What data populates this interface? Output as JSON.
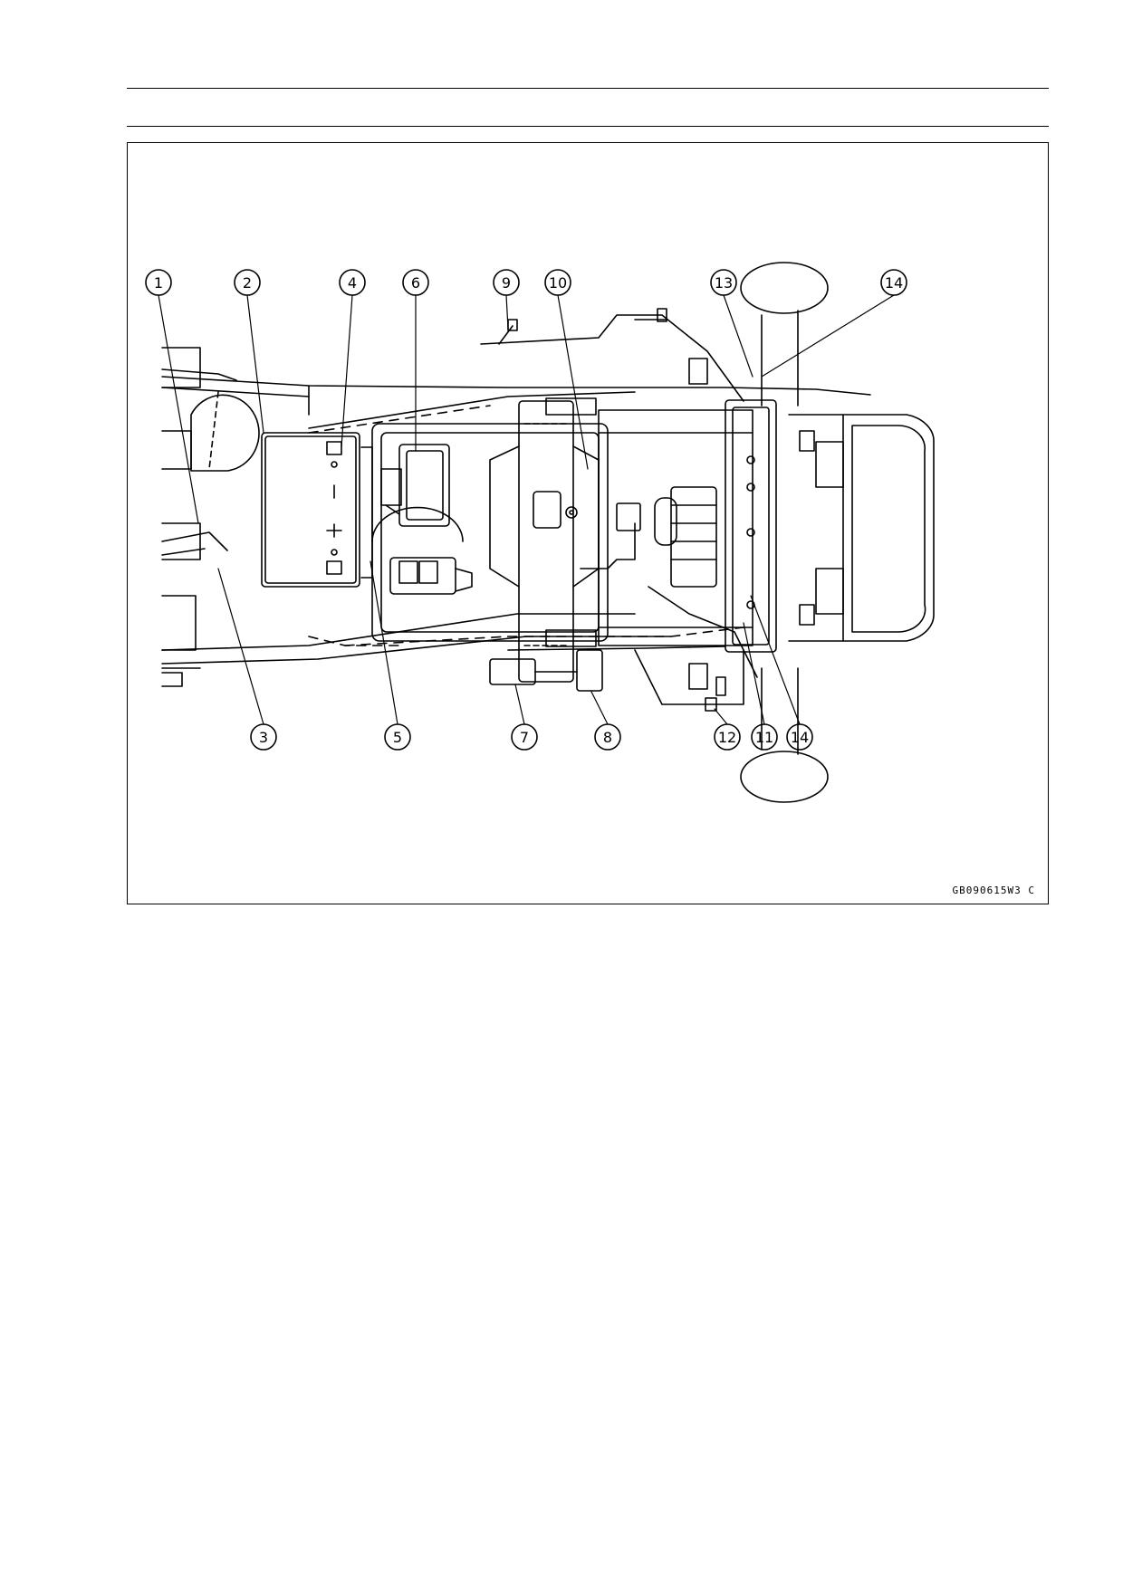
{
  "figure": {
    "code": "GB090615W3 C",
    "callouts": [
      "1",
      "2",
      "3",
      "4",
      "5",
      "6",
      "7",
      "8",
      "9",
      "10",
      "11",
      "12",
      "13",
      "14",
      "14"
    ]
  }
}
